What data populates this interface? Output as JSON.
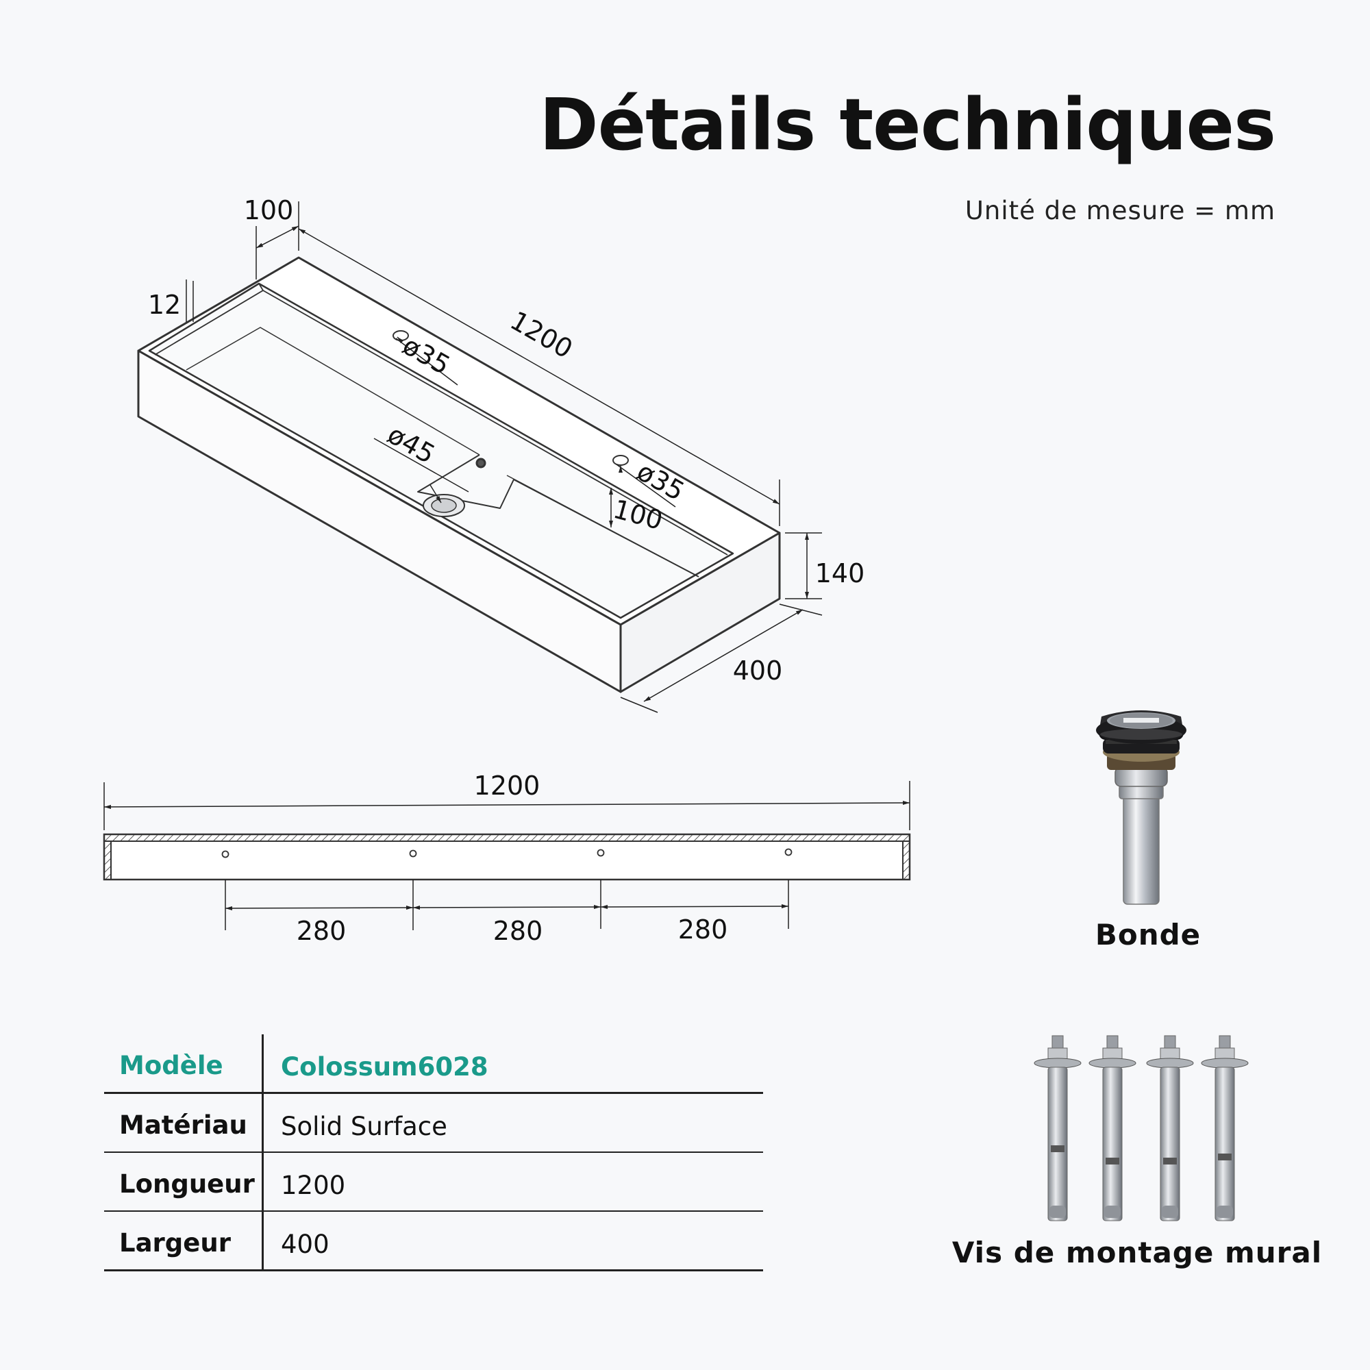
{
  "title": "Détails techniques",
  "unit": "Unité de mesure = mm",
  "iso": {
    "len": "1200",
    "rim": "100",
    "wall": "12",
    "hole1": "ø35",
    "hole2": "ø35",
    "drain": "ø45",
    "depth": "100",
    "height": "140",
    "width": "400"
  },
  "side": {
    "total": "1200",
    "s1": "280",
    "s2": "280",
    "s3": "280"
  },
  "accessories": {
    "drain_label": "Bonde",
    "screws_label": "Vis de montage mural"
  },
  "specs": [
    {
      "label": "Modèle",
      "value": "Colossum6028"
    },
    {
      "label": "Matériau",
      "value": "Solid Surface"
    },
    {
      "label": "Longueur",
      "value": "1200"
    },
    {
      "label": "Largeur",
      "value": "400"
    }
  ],
  "colors": {
    "accent": "#1a9a8a",
    "background": "#f7f8fa"
  }
}
